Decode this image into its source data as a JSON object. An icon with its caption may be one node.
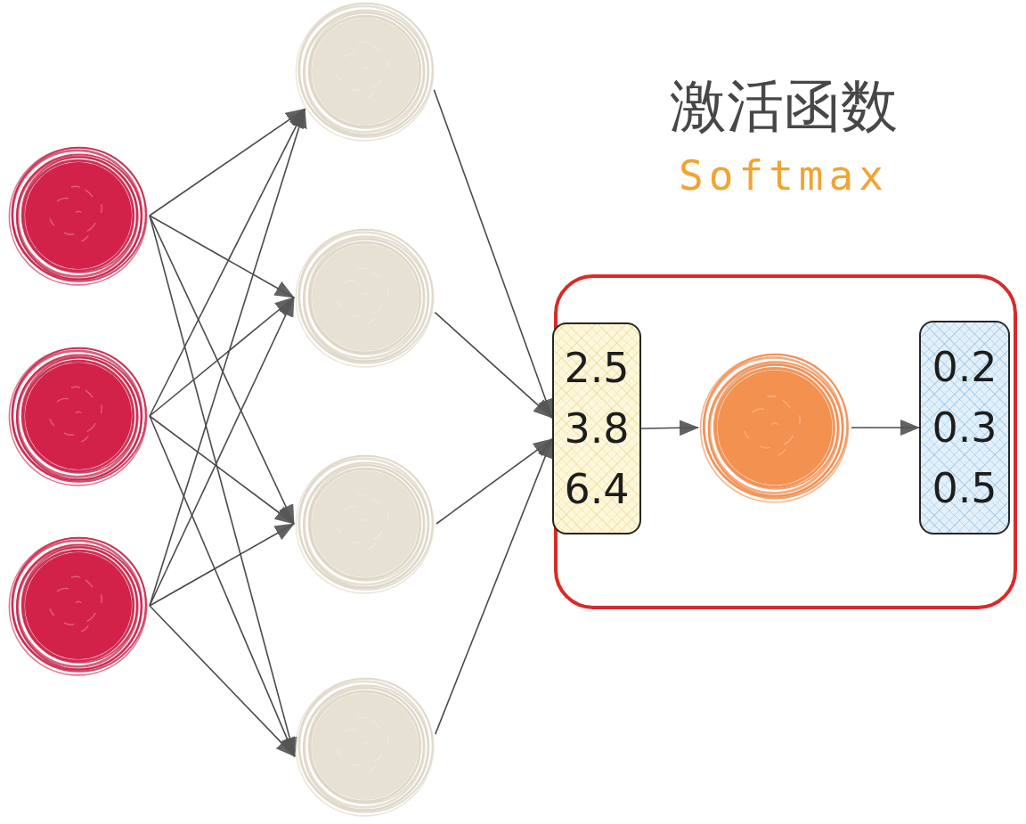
{
  "diagram": {
    "title": "激活函数",
    "nodes": [
      {
        "text": [],
        "shape": "circle"
      },
      {
        "text": [],
        "shape": "circle"
      },
      {
        "text": [],
        "shape": "circle"
      },
      {
        "text": [],
        "shape": "circle"
      },
      {
        "text": [],
        "shape": "circle"
      },
      {
        "text": [],
        "shape": "circle"
      },
      {
        "text": [],
        "shape": "circle"
      },
      {
        "text": [],
        "shape": "box"
      },
      {
        "text": [
          "2.5",
          "3.8",
          "6.4"
        ],
        "in": 7
      },
      {
        "text": [],
        "shape": "circle",
        "in": 7
      },
      {
        "text": [
          "0.2",
          "0.3",
          "0.5"
        ],
        "in": 7
      }
    ],
    "edges": [
      {
        "from": 0,
        "to": 3,
        "arrow": "to"
      },
      {
        "from": 0,
        "to": 4,
        "arrow": "to"
      },
      {
        "from": 0,
        "to": 5,
        "arrow": "to"
      },
      {
        "from": 0,
        "to": 6,
        "arrow": "to"
      },
      {
        "from": 1,
        "to": 3,
        "arrow": "to"
      },
      {
        "from": 1,
        "to": 4,
        "arrow": "to"
      },
      {
        "from": 1,
        "to": 5,
        "arrow": "to"
      },
      {
        "from": 1,
        "to": 6,
        "arrow": "to"
      },
      {
        "from": 2,
        "to": 3,
        "arrow": "to"
      },
      {
        "from": 2,
        "to": 4,
        "arrow": "to"
      },
      {
        "from": 2,
        "to": 5,
        "arrow": "to"
      },
      {
        "from": 2,
        "to": 6,
        "arrow": "to"
      },
      {
        "from": 3,
        "to": 8,
        "arrow": "to"
      },
      {
        "from": 4,
        "to": 8,
        "arrow": "to"
      },
      {
        "from": 5,
        "to": 8,
        "arrow": "to"
      },
      {
        "from": 6,
        "to": 8,
        "arrow": "to"
      },
      {
        "from": 8,
        "to": 9,
        "arrow": "to"
      },
      {
        "from": 9,
        "to": 10,
        "arrow": "to"
      }
    ],
    "labels": [
      "Softmax"
    ]
  }
}
